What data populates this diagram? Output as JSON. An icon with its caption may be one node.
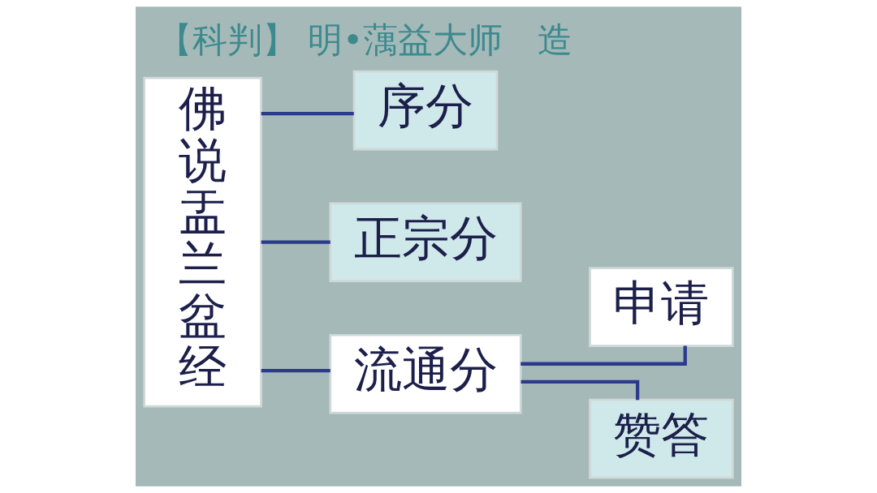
{
  "diagram": {
    "title": "【科判】 明•蕅益大师　造",
    "nodes": [
      {
        "text": [
          "佛说盂兰盆经"
        ]
      },
      {
        "text": [
          "序分"
        ]
      },
      {
        "text": [
          "正宗分"
        ]
      },
      {
        "text": [
          "流通分"
        ]
      },
      {
        "text": [
          "申请"
        ]
      },
      {
        "text": [
          "赞答"
        ]
      }
    ],
    "edges": [
      {
        "from": 0,
        "to": 1,
        "arrow": "none"
      },
      {
        "from": 0,
        "to": 2,
        "arrow": "none"
      },
      {
        "from": 0,
        "to": 3,
        "arrow": "none"
      },
      {
        "from": 3,
        "to": 4,
        "arrow": "none"
      },
      {
        "from": 3,
        "to": 5,
        "arrow": "none"
      }
    ]
  }
}
